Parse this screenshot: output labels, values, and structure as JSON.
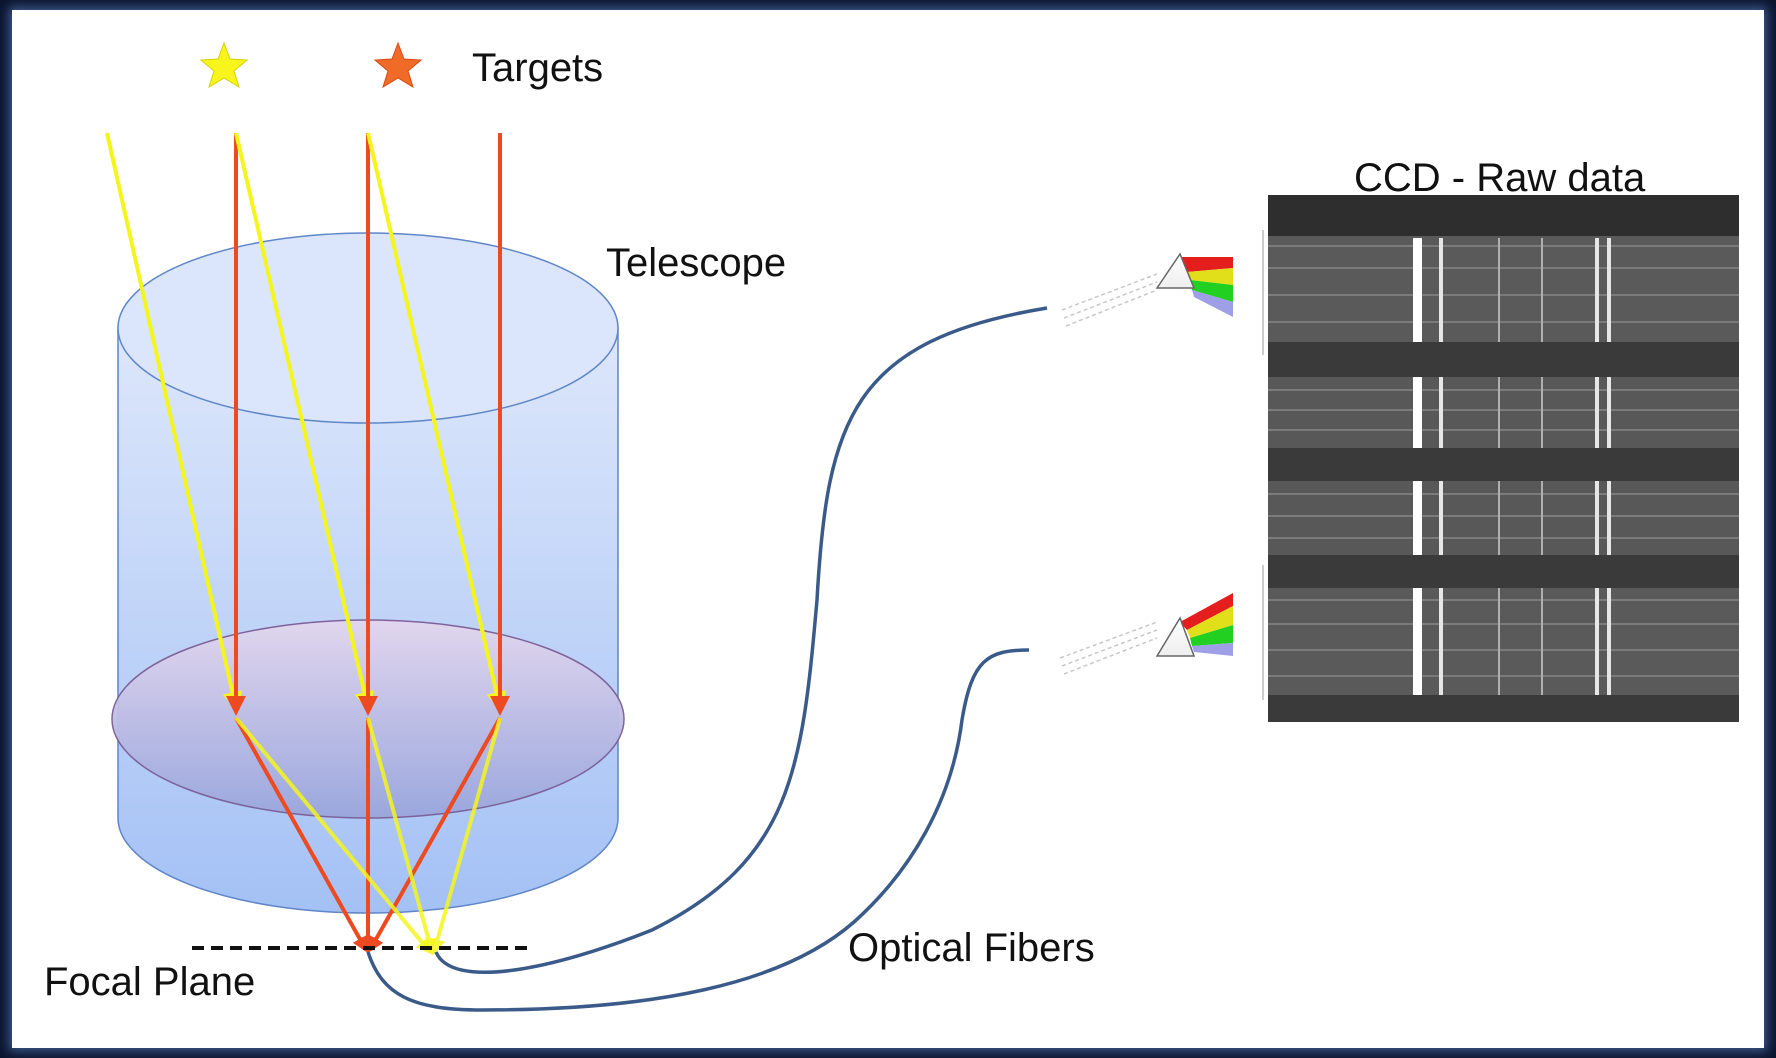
{
  "labels": {
    "targets": "Targets",
    "telescope": "Telescope",
    "ccd_title": "CCD - Raw data",
    "focal_plane": "Focal Plane",
    "optical_fibers": "Optical Fibers"
  },
  "colors": {
    "background": "#0b1630",
    "panel": "#ffffff",
    "yellow_ray": "#f5f51e",
    "red_ray": "#ee4a22",
    "fiber": "#3a5a8a",
    "spectrum": [
      "#e41d1d",
      "#e0df1a",
      "#22d022",
      "#9f9fe8"
    ]
  },
  "icons": {
    "yellow_star": "star-icon",
    "orange_star": "star-icon",
    "prism": "prism-icon"
  }
}
